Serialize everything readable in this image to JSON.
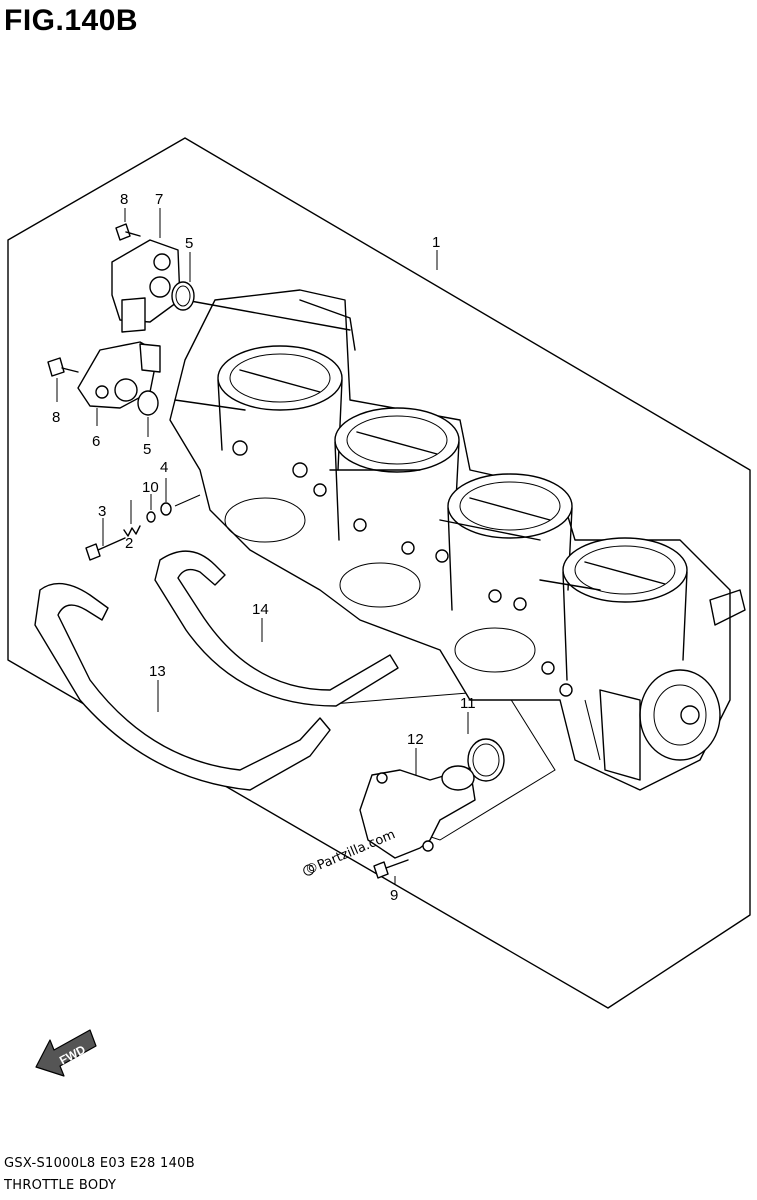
{
  "figure": {
    "title": "FIG.140B",
    "model_code": "GSX-S1000L8  E03  E28  140B",
    "section_name": "THROTTLE BODY"
  },
  "watermark": {
    "text": "Partzilla.com",
    "symbol": "©"
  },
  "direction_arrow": {
    "label": "FWD",
    "icon": "fwd-arrow-icon"
  },
  "callouts": [
    "1",
    "2",
    "3",
    "4",
    "5",
    "5",
    "6",
    "7",
    "8",
    "8",
    "9",
    "10",
    "11",
    "12",
    "13",
    "14"
  ]
}
